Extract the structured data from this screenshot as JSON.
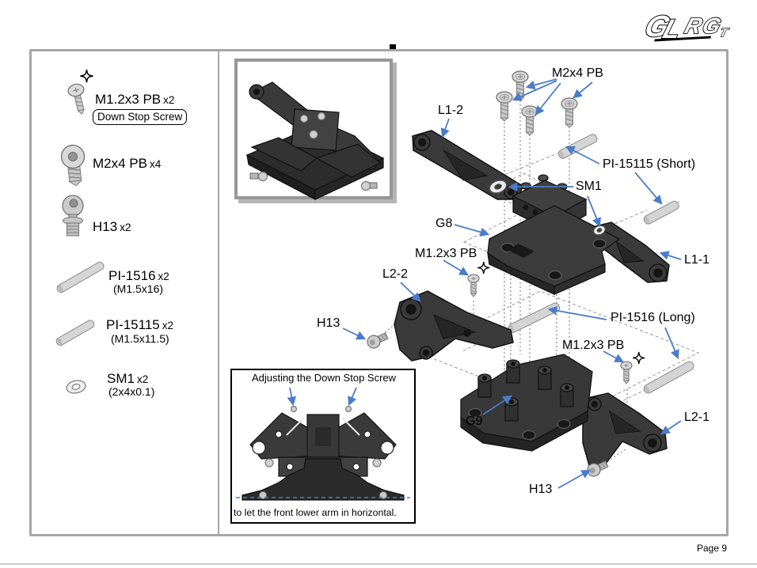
{
  "logo": {
    "letters": [
      "G",
      "L",
      "R",
      "G",
      "T"
    ]
  },
  "footer": {
    "page_number": "Page 9"
  },
  "parts_list": {
    "items": [
      {
        "name": "M1.2x3 PB",
        "qty": "x2",
        "note": "Down Stop Screw",
        "icon": "pan-head-screw-icon"
      },
      {
        "name": "M2x4 PB",
        "qty": "x4",
        "icon": "button-head-screw-icon"
      },
      {
        "name": "H13",
        "qty": "x2",
        "icon": "ball-stud-icon"
      },
      {
        "name": "PI-1516",
        "qty": "x2",
        "spec": "(M1.5x16)",
        "icon": "pin-icon"
      },
      {
        "name": "PI-15115",
        "qty": "x2",
        "spec": "(M1.5x11.5)",
        "icon": "pin-icon"
      },
      {
        "name": "SM1",
        "qty": "x2",
        "spec": "(2x4x0.1)",
        "icon": "shim-washer-icon"
      }
    ]
  },
  "diagram": {
    "labels": {
      "m2x4_pb": "M2x4 PB",
      "l1_2": "L1-2",
      "pi15115_short": "PI-15115 (Short)",
      "sm1": "SM1",
      "g8": "G8",
      "m12x3_pb_upper": "M1.2x3 PB",
      "l2_2": "L2-2",
      "l1_1": "L1-1",
      "h13_upper": "H13",
      "pi1516_long": "PI-1516 (Long)",
      "m12x3_pb_lower": "M1.2x3 PB",
      "g9": "G9",
      "l2_1": "L2-1",
      "h13_lower": "H13"
    }
  },
  "adjust_inset": {
    "title": "Adjusting the Down Stop Screw",
    "caption": "to let the front lower arm in horizontal."
  },
  "colors": {
    "arrow_blue": "#4a7cc9",
    "frame_gray": "#a6a6a6",
    "part_dark": "#383838",
    "hardware_gray": "#d0d0d0",
    "dashed_guide_blue": "#4a7cc9"
  }
}
